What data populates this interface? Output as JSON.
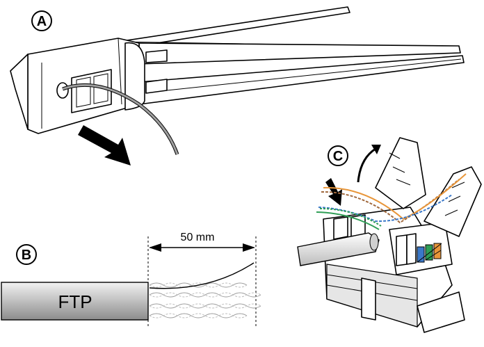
{
  "steps": {
    "a": "A",
    "b": "B",
    "c": "C"
  },
  "panel_b": {
    "cable_label": "FTP",
    "strip_length": "50 mm"
  },
  "colors": {
    "cable_fill_top": "#d9d9d9",
    "cable_fill_bottom": "#8c8c8c",
    "wire_orange": "#e8963a",
    "wire_brown": "#a0683c",
    "wire_green": "#2e9e55",
    "wire_blue": "#3a78c8"
  }
}
